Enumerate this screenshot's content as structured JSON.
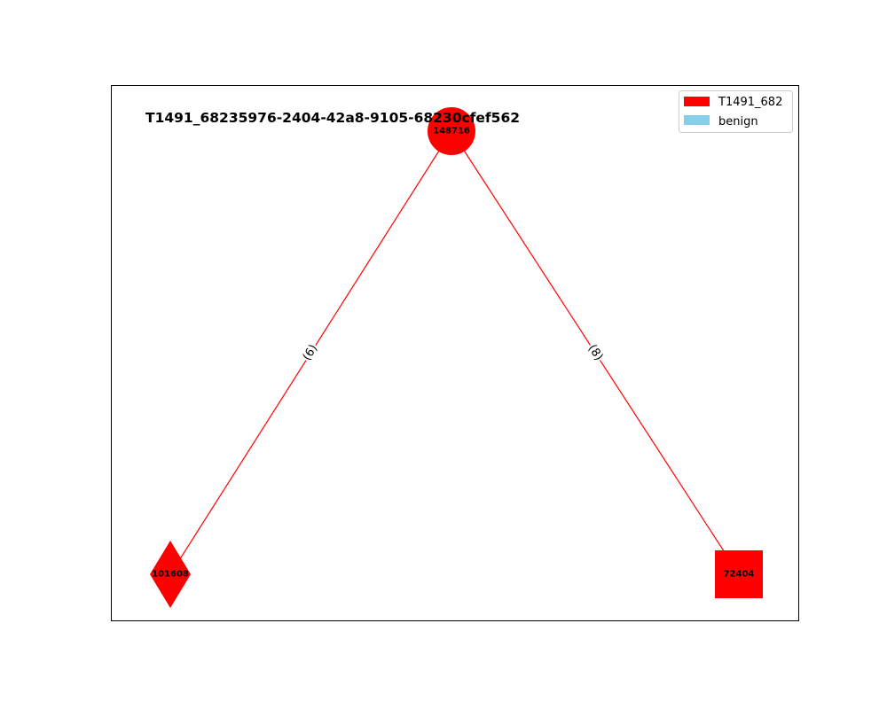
{
  "diagram": {
    "title": "T1491_68235976-2404-42a8-9105-68230cfef562",
    "nodes": [
      {
        "id": "148716",
        "label": "148716",
        "shape": "circle",
        "color": "#ff0000"
      },
      {
        "id": "101608",
        "label": "101608",
        "shape": "diamond",
        "color": "#ff0000"
      },
      {
        "id": "72404",
        "label": "72404",
        "shape": "square",
        "color": "#ff0000"
      }
    ],
    "edges": [
      {
        "from": "148716",
        "to": "101608",
        "label": "(6)",
        "color": "#ff0000"
      },
      {
        "from": "148716",
        "to": "72404",
        "label": "(8)",
        "color": "#ff0000"
      }
    ],
    "legend": [
      {
        "label": "T1491_682",
        "color": "#ff0000"
      },
      {
        "label": "benign",
        "color": "#87ceeb"
      }
    ]
  }
}
